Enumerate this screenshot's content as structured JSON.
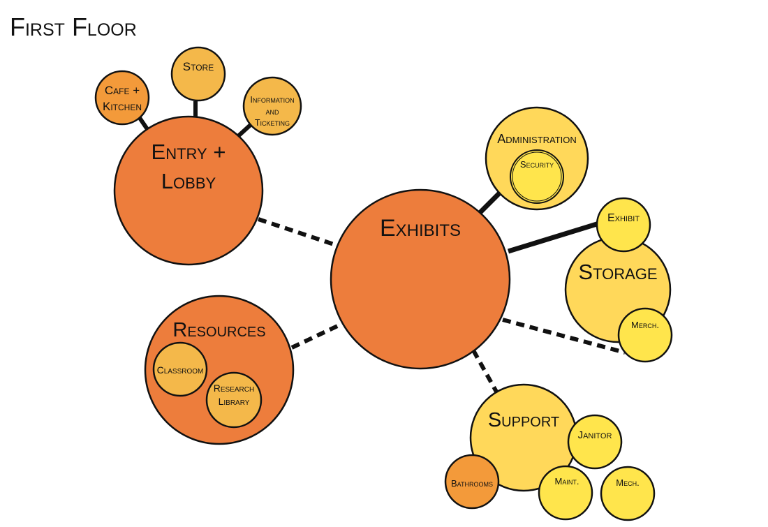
{
  "title": "First Floor",
  "colors": {
    "orange": "#ED7D3C",
    "light_orange": "#F4B84A",
    "mid_orange": "#F39A3A",
    "yellow": "#FFD85A",
    "bright_yellow": "#FFE54C",
    "outline": "#111111"
  },
  "nodes": {
    "exhibits": "Exhibits",
    "entry_lobby": [
      "Entry +",
      "Lobby"
    ],
    "cafe_kitchen": [
      "Cafe +",
      "Kitchen"
    ],
    "store": "Store",
    "information": [
      "Information",
      "and",
      "Ticketing"
    ],
    "resources": "Resources",
    "classroom": "Classroom",
    "research_library": [
      "Research",
      "Library"
    ],
    "administration": "Administration",
    "security": "Security",
    "storage": "Storage",
    "exhibit_storage": "Exhibit",
    "merch": "Merch.",
    "support": "Support",
    "janitor": "Janitor",
    "maint": "Maint.",
    "mech": "Mech.",
    "bathrooms": "Bathrooms"
  },
  "relationships": {
    "solid": [
      "entry-cafe",
      "entry-store",
      "entry-information",
      "exhibits-administration",
      "exhibits-exhibit-storage"
    ],
    "dashed": [
      "exhibits-entry",
      "exhibits-resources",
      "exhibits-merch",
      "exhibits-support"
    ]
  }
}
